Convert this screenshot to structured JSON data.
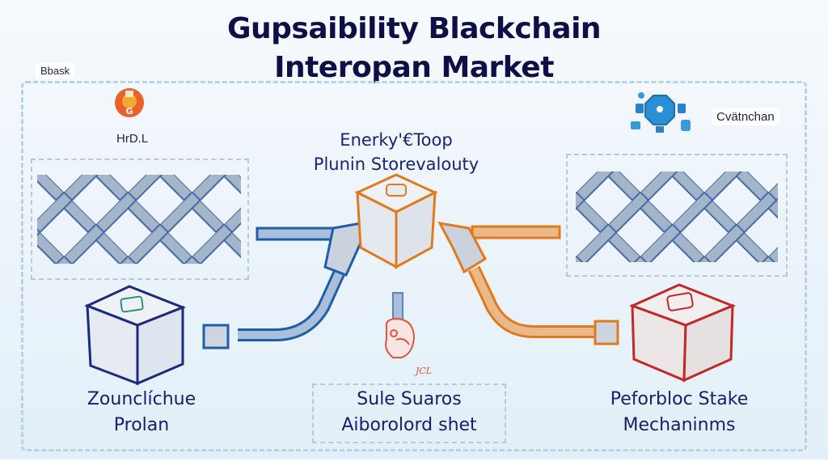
{
  "title": {
    "line1": "Gupsaibility Blackchain",
    "line2": "Interopan Market"
  },
  "top_left_tag": "Bbask",
  "left_badge": {
    "icon": "orange-coin-badge-icon",
    "glyph": "G",
    "label": "HrD.L"
  },
  "right_badge": {
    "icon": "blue-network-cluster-icon",
    "label": "Cvätnchan"
  },
  "center_node": {
    "label_line1": "Enerky'€Toop",
    "label_line2": "Plunin Storevalouty",
    "icon": "orange-cube-hub-icon"
  },
  "left_lattice": {
    "icon": "chain-lattice-icon"
  },
  "right_lattice": {
    "icon": "chain-lattice-icon"
  },
  "bottom_left_node": {
    "label_line1": "Zounclíchue",
    "label_line2": "Prolan",
    "icon": "navy-cube-icon"
  },
  "bottom_center_node": {
    "label_line1": "Sule Suaros",
    "label_line2": "Aiborolord shet",
    "icon": "red-helmet-icon",
    "icon_caption": "JCL"
  },
  "bottom_right_node": {
    "label_line1": "Peforbloc Stake",
    "label_line2": "Mechaninms",
    "icon": "red-cube-icon"
  },
  "colors": {
    "title": "#0d0f45",
    "blue_connector": "#1f5ea8",
    "orange_connector": "#e07a1c",
    "red_cube": "#c0282a",
    "navy_cube": "#1d2a7a",
    "lattice": "#4d6fa3",
    "frame_dash": "#b8d2e6"
  }
}
